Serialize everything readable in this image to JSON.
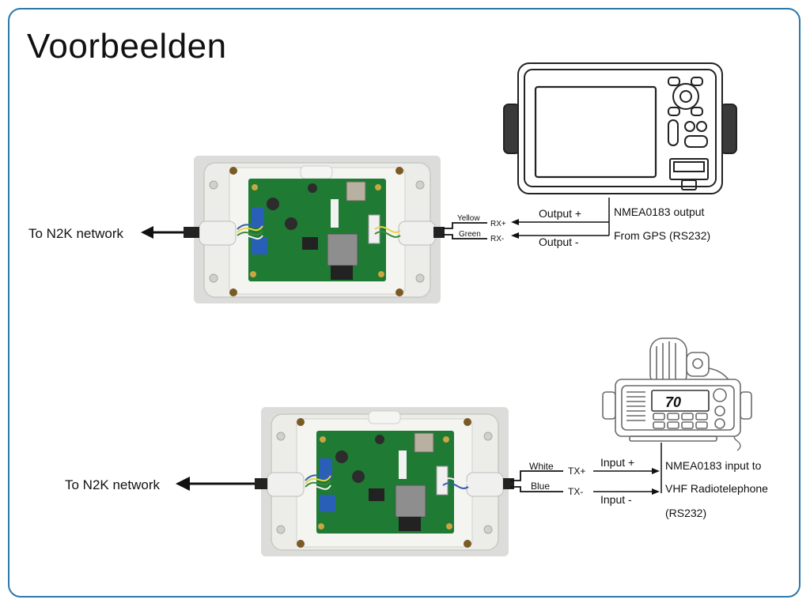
{
  "slide": {
    "title": "Voorbeelden"
  },
  "example_gps": {
    "network_label": "To N2K network",
    "wire_1_color": "Yellow",
    "wire_2_color": "Green",
    "terminal_1": "RX+",
    "terminal_2": "RX-",
    "signal_1": "Output +",
    "signal_2": "Output -",
    "source_line_1": "NMEA0183 output",
    "source_line_2": "From GPS (RS232)"
  },
  "example_vhf": {
    "network_label": "To N2K network",
    "wire_1_color": "White",
    "wire_2_color": "Blue",
    "terminal_1": "TX+",
    "terminal_2": "TX-",
    "signal_1": "Input +",
    "signal_2": "Input -",
    "target_line_1": "NMEA0183 input to",
    "target_line_2": "VHF Radiotelephone",
    "target_line_3": "(RS232)",
    "radio_display": "70"
  },
  "colors": {
    "frame": "#2b78a8",
    "pcb": "#1f7a34",
    "enclosure": "#e6e6e3"
  }
}
